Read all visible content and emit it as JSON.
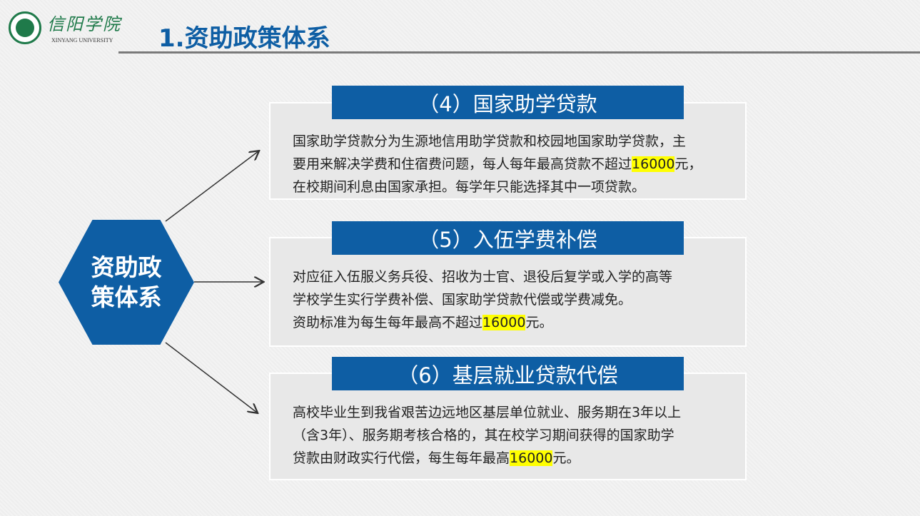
{
  "logo": {
    "name_cn": "信阳学院",
    "name_en": "XINYANG UNIVERSITY"
  },
  "title": "1.资助政策体系",
  "center": {
    "line1": "资助政",
    "line2": "策体系"
  },
  "items": [
    {
      "heading": "（4）国家助学贷款",
      "lines": [
        {
          "pre": "国家助学贷款分为生源地信用助学贷款和校园地国家助学贷款，主"
        },
        {
          "pre": "要用来解决学费和住宿费问题，每人每年最高贷款不超过",
          "hl": "16000",
          "post": "元，"
        },
        {
          "pre": "在校期间利息由国家承担。每学年只能选择其中一项贷款。"
        }
      ]
    },
    {
      "heading": "（5）入伍学费补偿",
      "lines": [
        {
          "pre": "对应征入伍服义务兵役、招收为士官、退役后复学或入学的高等"
        },
        {
          "pre": "学校学生实行学费补偿、国家助学贷款代偿或学费减免。"
        },
        {
          "pre": "资助标准为每生每年最高不超过",
          "hl": "16000",
          "post": "元。"
        }
      ]
    },
    {
      "heading": "（6）基层就业贷款代偿",
      "lines": [
        {
          "pre": "高校毕业生到我省艰苦边远地区基层单位就业、服务期在3年以上"
        },
        {
          "pre": "（含3年）、服务期考核合格的，其在校学习期间获得的国家助学"
        },
        {
          "pre": "贷款由财政实行代偿，每生每年最高",
          "hl": "16000",
          "post": "元。"
        }
      ]
    }
  ],
  "colors": {
    "brand_blue": "#0e5ea4",
    "highlight": "#ffff00",
    "logo_green": "#1f7a4a"
  }
}
